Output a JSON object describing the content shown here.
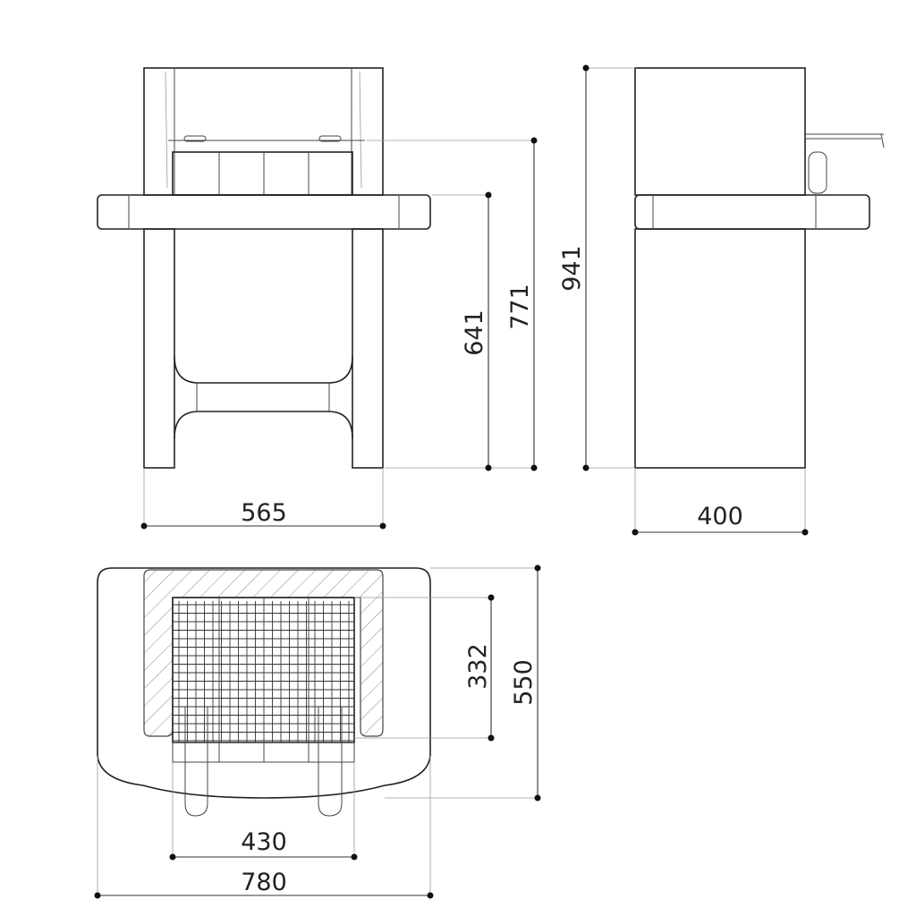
{
  "dimensions": {
    "front_width": "565",
    "side_depth": "400",
    "counter_height": "641",
    "grill_height": "771",
    "total_height": "941",
    "top_grill_depth": "332",
    "top_total_depth": "550",
    "top_grill_width": "430",
    "top_total_width": "780"
  },
  "colors": {
    "line": "#222222",
    "background": "#ffffff"
  }
}
